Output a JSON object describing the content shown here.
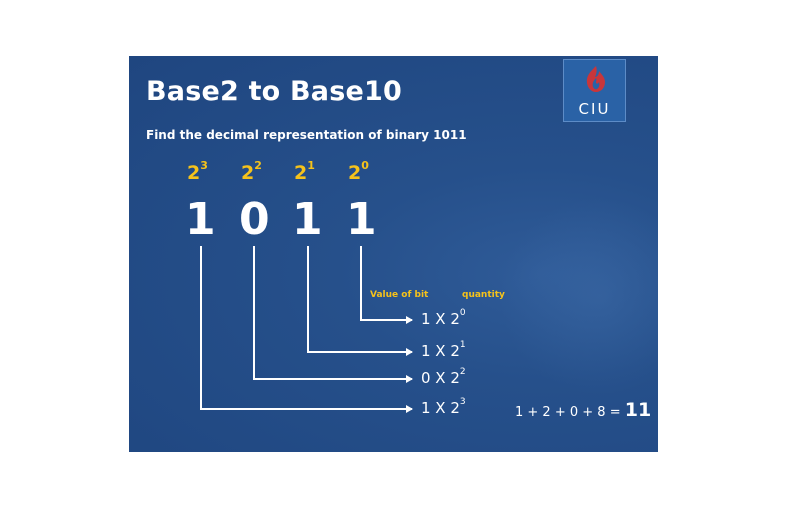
{
  "slide": {
    "title": "Base2 to Base10",
    "subtitle": "Find the decimal representation of binary 1011",
    "logo_text": "CIU"
  },
  "powers": [
    {
      "base": "2",
      "exp": "3"
    },
    {
      "base": "2",
      "exp": "2"
    },
    {
      "base": "2",
      "exp": "1"
    },
    {
      "base": "2",
      "exp": "0"
    }
  ],
  "bits": [
    "1",
    "0",
    "1",
    "1"
  ],
  "labels": {
    "value_of_bit": "Value of bit",
    "quantity": "quantity"
  },
  "terms": [
    {
      "text": "1 X 2",
      "exp": "0"
    },
    {
      "text": "1 X 2",
      "exp": "1"
    },
    {
      "text": "0 X 2",
      "exp": "2"
    },
    {
      "text": "1 X 2",
      "exp": "3"
    }
  ],
  "sum": {
    "expression": "1 + 2 + 0 + 8 =",
    "result": "11"
  },
  "colors": {
    "background": "#26508b",
    "accent_yellow": "#f5c21b",
    "logo_red": "#c8363b",
    "text": "#ffffff"
  },
  "icons": {
    "logo": "ciu-flame-logo"
  }
}
